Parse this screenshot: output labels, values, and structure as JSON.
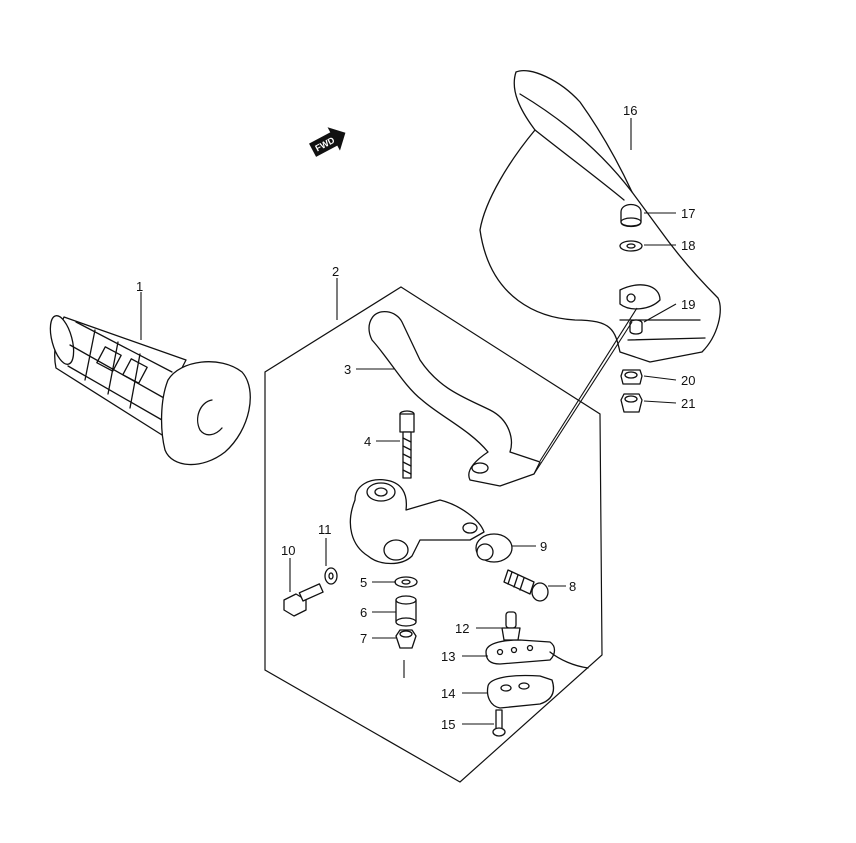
{
  "diagram": {
    "fwd_label": "FWD",
    "callouts": [
      {
        "id": "1",
        "label": "1"
      },
      {
        "id": "2",
        "label": "2"
      },
      {
        "id": "3",
        "label": "3"
      },
      {
        "id": "4",
        "label": "4"
      },
      {
        "id": "5",
        "label": "5"
      },
      {
        "id": "6",
        "label": "6"
      },
      {
        "id": "7",
        "label": "7"
      },
      {
        "id": "8",
        "label": "8"
      },
      {
        "id": "9",
        "label": "9"
      },
      {
        "id": "10",
        "label": "10"
      },
      {
        "id": "11",
        "label": "11"
      },
      {
        "id": "12",
        "label": "12"
      },
      {
        "id": "13",
        "label": "13"
      },
      {
        "id": "14",
        "label": "14"
      },
      {
        "id": "15",
        "label": "15"
      },
      {
        "id": "16",
        "label": "16"
      },
      {
        "id": "17",
        "label": "17"
      },
      {
        "id": "18",
        "label": "18"
      },
      {
        "id": "19",
        "label": "19"
      },
      {
        "id": "20",
        "label": "20"
      },
      {
        "id": "21",
        "label": "21"
      }
    ]
  }
}
